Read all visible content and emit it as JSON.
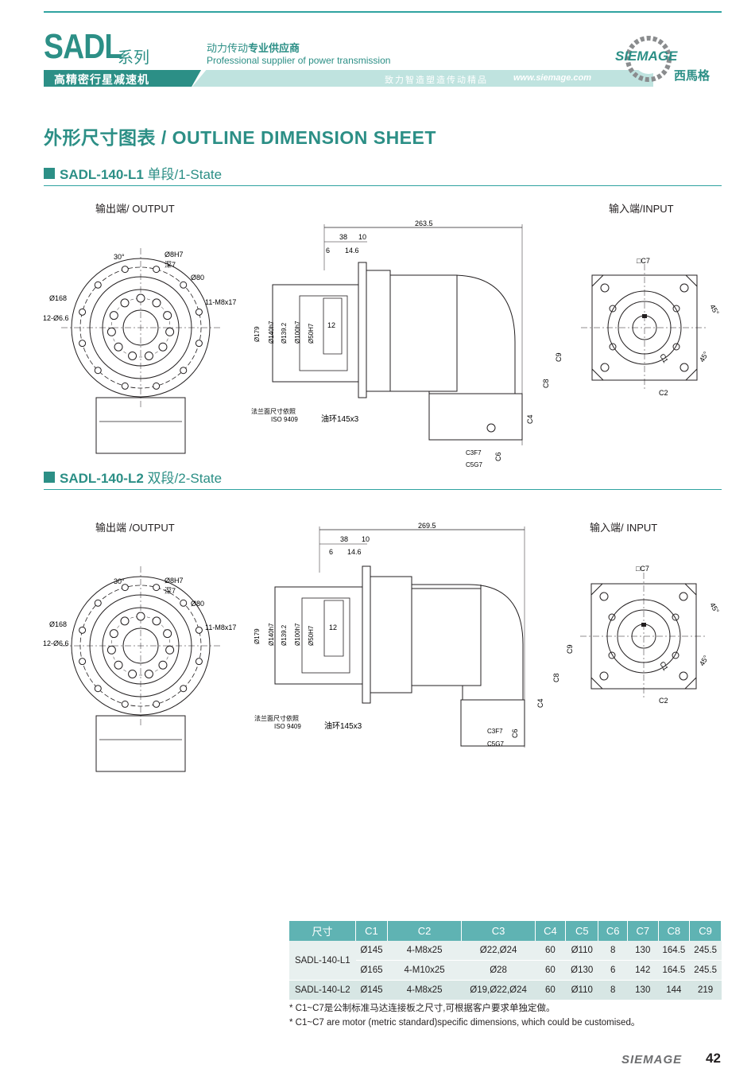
{
  "header": {
    "brand": "SADL",
    "series": "系列",
    "tagline_cn_prefix": "动力传动",
    "tagline_cn_bold": "专业供应商",
    "tagline_en": "Professional supplier of power transmission",
    "band_title": "高精密行星减速机",
    "slogan": "致力智造塑造传动精品",
    "website": "www.siemage.com",
    "logo_text": "SIEMAGE",
    "logo_cn": "西馬格"
  },
  "page_title": "外形尺寸图表 / OUTLINE DIMENSION SHEET",
  "sections": [
    {
      "model": "SADL-140-L1",
      "state": "单段/1-State",
      "output_label": "输出端/ OUTPUT",
      "input_label": "输入端/INPUT",
      "length": "263.5",
      "flange_note": "法兰面尺寸依照",
      "iso": "ISO 9409",
      "oil_ring": "油环145x3"
    },
    {
      "model": "SADL-140-L2",
      "state": "双段/2-State",
      "output_label": "输出端 /OUTPUT",
      "input_label": "输入端/ INPUT",
      "length": "269.5",
      "flange_note": "法兰面尺寸依照",
      "iso": "ISO 9409",
      "oil_ring": "油环145x3"
    }
  ],
  "drawing_labels": {
    "angle30": "30°",
    "d8": "Ø8H7",
    "deep7": "深7",
    "d80": "Ø80",
    "m8": "11-M8x17",
    "d168": "Ø168",
    "d66": "12-Ø6.6",
    "dim38": "38",
    "dim10": "10",
    "dim6": "6",
    "dim146": "14.6",
    "dim12": "12",
    "d179": "Ø179",
    "d140": "Ø140h7",
    "d1392": "Ø139.2",
    "d100": "Ø100h7",
    "d50": "Ø50H7",
    "c1": "C1",
    "c2": "C2",
    "c3": "C3F7",
    "c4": "C4",
    "c5": "C5G7",
    "c6": "C6",
    "c7": "□C7",
    "c8": "C8",
    "c9": "C9",
    "a45": "45°"
  },
  "table": {
    "headers": [
      "尺寸",
      "C1",
      "C2",
      "C3",
      "C4",
      "C5",
      "C6",
      "C7",
      "C8",
      "C9"
    ],
    "rows": [
      {
        "model": "SADL-140-L1",
        "cells": [
          "Ø145",
          "4-M8x25",
          "Ø22,Ø24",
          "60",
          "Ø110",
          "8",
          "130",
          "164.5",
          "245.5"
        ]
      },
      {
        "model": "",
        "cells": [
          "Ø165",
          "4-M10x25",
          "Ø28",
          "60",
          "Ø130",
          "6",
          "142",
          "164.5",
          "245.5"
        ]
      },
      {
        "model": "SADL-140-L2",
        "cells": [
          "Ø145",
          "4-M8x25",
          "Ø19,Ø22,Ø24",
          "60",
          "Ø110",
          "8",
          "130",
          "144",
          "219"
        ]
      }
    ]
  },
  "notes": [
    "* C1~C7是公制标准马达连接板之尺寸,可根据客户要求单独定做。",
    "* C1~C7 are motor (metric standard)specific dimensions, which could be customised。"
  ],
  "footer": {
    "brand": "SIEMAGE",
    "page": "42"
  },
  "colors": {
    "accent": "#2c8f86",
    "accent_light": "#bfe3df",
    "table_header": "#5fb3b3"
  }
}
